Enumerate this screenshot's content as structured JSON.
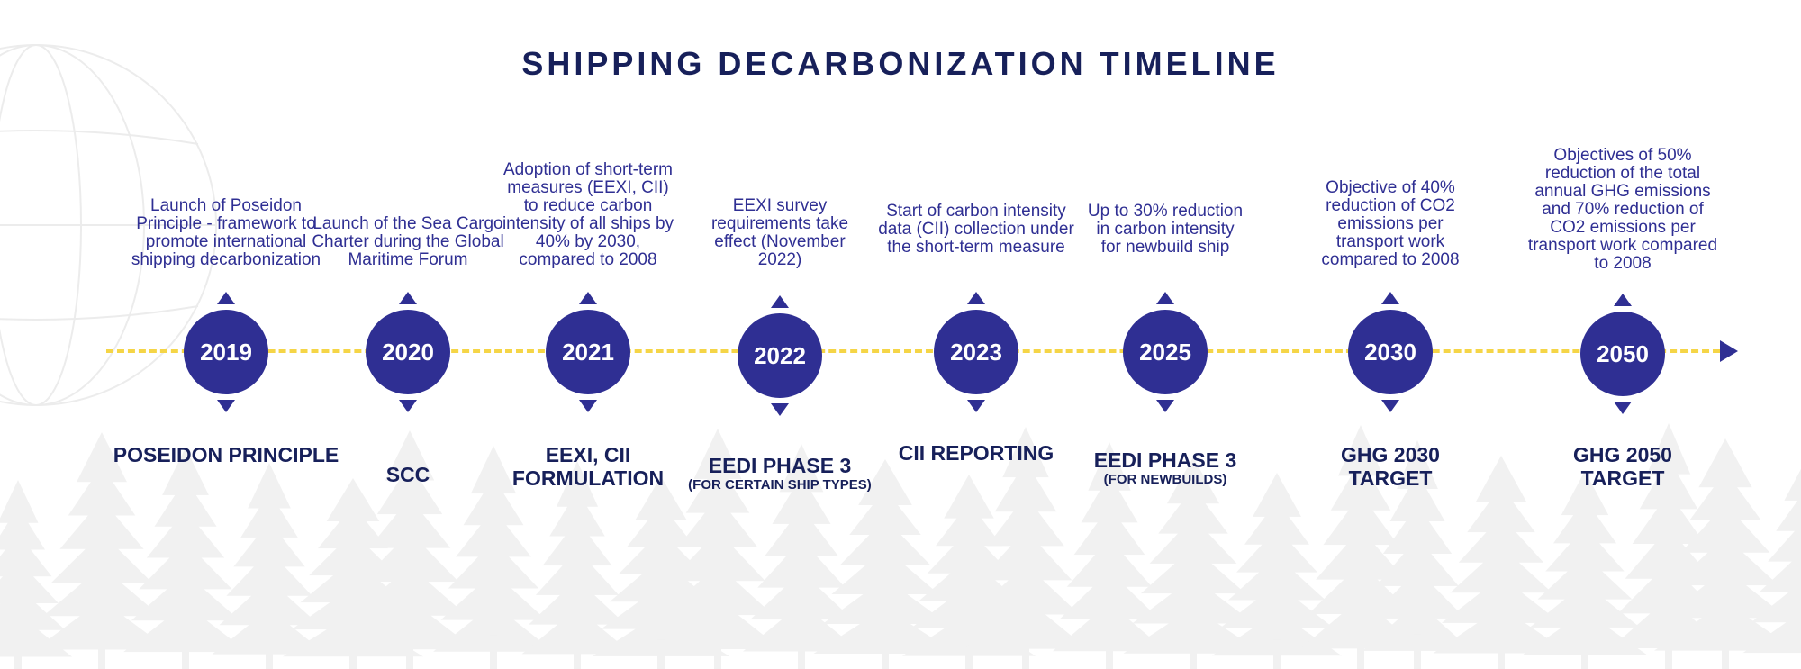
{
  "title": "SHIPPING DECARBONIZATION TIMELINE",
  "colors": {
    "title": "#17205a",
    "circle": "#2f2f93",
    "description": "#2f2f93",
    "timeline_dash": "#f5d547",
    "background_trees": "#f0f0f0"
  },
  "events": [
    {
      "year": "2019",
      "description": "Launch of Poseidon Principle - framework to promote international shipping decarbonization",
      "name": "POSEIDON PRINCIPLE",
      "sub": ""
    },
    {
      "year": "2020",
      "description": "Launch of the Sea Cargo Charter during the Global Maritime Forum",
      "name": "SCC",
      "sub": ""
    },
    {
      "year": "2021",
      "description": "Adoption of short-term measures (EEXI, CII) to reduce carbon intensity of all ships by 40% by 2030, compared to 2008",
      "name": "EEXI, CII FORMULATION",
      "sub": ""
    },
    {
      "year": "2022",
      "description": "EEXI survey requirements take effect (November 2022)",
      "name": "EEDI PHASE 3",
      "sub": "(FOR CERTAIN SHIP TYPES)"
    },
    {
      "year": "2023",
      "description": "Start of carbon intensity data (CII) collection under the short-term measure",
      "name": "CII REPORTING",
      "sub": ""
    },
    {
      "year": "2025",
      "description": "Up to 30% reduction in carbon intensity for newbuild ship",
      "name": "EEDI PHASE 3",
      "sub": "(FOR NEWBUILDS)"
    },
    {
      "year": "2030",
      "description": "Objective of 40% reduction of CO2 emissions per transport work compared to 2008",
      "name": "GHG 2030 TARGET",
      "sub": ""
    },
    {
      "year": "2050",
      "description": "Objectives of 50% reduction of the total annual GHG emissions and 70% reduction of CO2 emissions per transport work compared to 2008",
      "name": "GHG 2050 TARGET",
      "sub": ""
    }
  ]
}
